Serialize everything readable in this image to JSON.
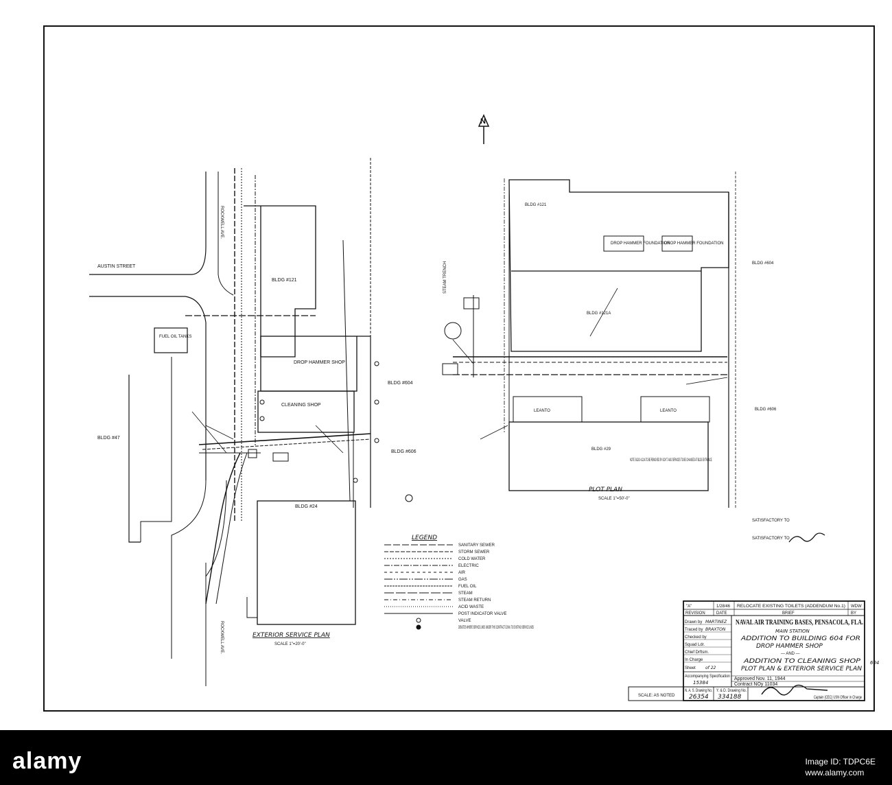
{
  "north_arrow": "N",
  "plans": {
    "exterior_service_plan": {
      "title": "EXTERIOR SERVICE PLAN",
      "scale": "SCALE 1\"=20'-0\""
    },
    "plot_plan": {
      "title": "PLOT PLAN",
      "scale": "SCALE 1\"=50'-0\""
    }
  },
  "streets": {
    "austin": "AUSTIN STREET",
    "rockwell_north": "ROCKWELL AVE.",
    "rockwell_south": "ROCKWELL AVE."
  },
  "buildings": {
    "bldg_47": "BLDG #47",
    "fuel_oil": "FUEL OIL TANKS",
    "bldg_121": "BLDG #121",
    "drop_hammer_shop": "DROP HAMMER SHOP",
    "cleaning_shop": "CLEANING SHOP",
    "bldg_604": "BLDG #604",
    "bldg_606": "BLDG #606",
    "bldg_24": "BLDG #24",
    "pp_bldg_121": "BLDG #121",
    "pp_bldg_121a": "BLDG #121A",
    "pp_bldg_604": "BLDG #604",
    "pp_bldg_606": "BLDG #606",
    "pp_bldg_29": "BLDG #29",
    "lean_to_1": "LEANTO",
    "lean_to_2": "LEANTO",
    "drop_hammer_foundation": "DROP HAMMER FOUNDATION",
    "drop_hammer_foundation_2": "DROP HAMMER FOUNDATION",
    "steam_trench": "STEAM TRENCH"
  },
  "notes": {
    "note_121a": "NOTE: BLDG #121A TO BE REMOVED BY GOV'T. AND SERVICES TO BE CHANGED AT BLDG ENTRANCE.",
    "satisfactory_1": "SATISFACTORY TO",
    "satisfactory_2": "SATISFACTORY TO"
  },
  "legend": {
    "title": "LEGEND",
    "items": [
      "SANITARY SEWER",
      "STORM SEWER",
      "COLD WATER",
      "ELECTRIC",
      "AIR",
      "GAS",
      "FUEL OIL",
      "STEAM",
      "STEAM RETURN",
      "ACID WASTE",
      "POST INDICATOR VALVE",
      "VALVE",
      "DENOTES WHERE SERVICE LINES UNDER THIS CONTRACT CONN. TO EXISTING SERVICE LINES"
    ]
  },
  "revision": {
    "mark": "\"A\"",
    "date": "1/28/46",
    "desc": "RELOCATE EXISTING TOILETS (ADDENDUM No.1)",
    "by": "WDW",
    "col_rev": "REVISION",
    "col_date": "DATE",
    "col_brief": "BRIEF",
    "col_by": "BY"
  },
  "title_block": {
    "org": "NAVAL AIR TRAINING BASES, PENSACOLA, FLA.",
    "station": "MAIN STATION",
    "title1": "ADDITION TO BUILDING 604 FOR",
    "title2": "DROP HAMMER SHOP",
    "and": "— AND —",
    "title3": "ADDITION TO CLEANING SHOP",
    "title4": "PLOT PLAN & EXTERIOR SERVICE PLAN",
    "drawn_by_label": "Drawn by",
    "drawn_by": "MARTINEZ",
    "traced_by_label": "Traced by",
    "traced_by": "BRAXTON",
    "checked_by_label": "Checked by",
    "squad_ldr_label": "Squad Ldr.",
    "chief_draft_label": "Chief Drftsm.",
    "in_charge_label": "In Charge",
    "sheet_label": "Sheet",
    "sheet": "of 22",
    "spec_label": "Accompanying Specification",
    "spec": "15384",
    "approved": "Approved  Nov. 11,  1944",
    "contract": "Contract NOy 11034",
    "nas_label": "N. A. S. Drawing No.",
    "nas_no": "26354",
    "yd_label": "Y. & D. Drawing No.",
    "yd_no": "334188",
    "officer": "Captain (CEC) USN Officer in Charge",
    "scale_label": "SCALE: AS NOTED",
    "margin_mark": "604"
  },
  "watermark": {
    "brand": "alamy",
    "image_id": "Image ID: TDPC6E",
    "site": "www.alamy.com"
  }
}
